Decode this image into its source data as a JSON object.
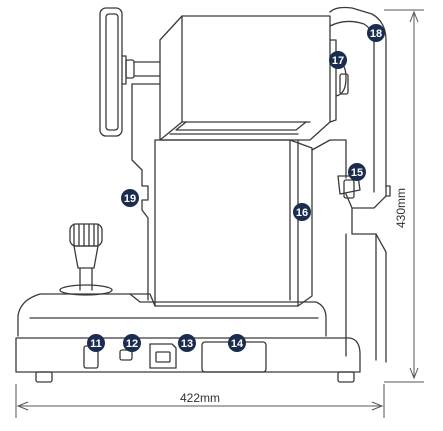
{
  "colors": {
    "outline": "#3a3a3a",
    "badge": "#1a2d4f",
    "badge_text": "#ffffff",
    "dimension": "#555555"
  },
  "callouts": [
    {
      "label": "11",
      "part": "port"
    },
    {
      "label": "12",
      "part": "switch"
    },
    {
      "label": "13",
      "part": "power-socket"
    },
    {
      "label": "14",
      "part": "label-plate"
    },
    {
      "label": "15",
      "part": "chin-rest-knob"
    },
    {
      "label": "16",
      "part": "body-panel"
    },
    {
      "label": "17",
      "part": "forehead-knob"
    },
    {
      "label": "18",
      "part": "head-frame"
    },
    {
      "label": "19",
      "part": "side-button"
    }
  ],
  "dimensions": {
    "width": "422mm",
    "height": "430mm"
  }
}
